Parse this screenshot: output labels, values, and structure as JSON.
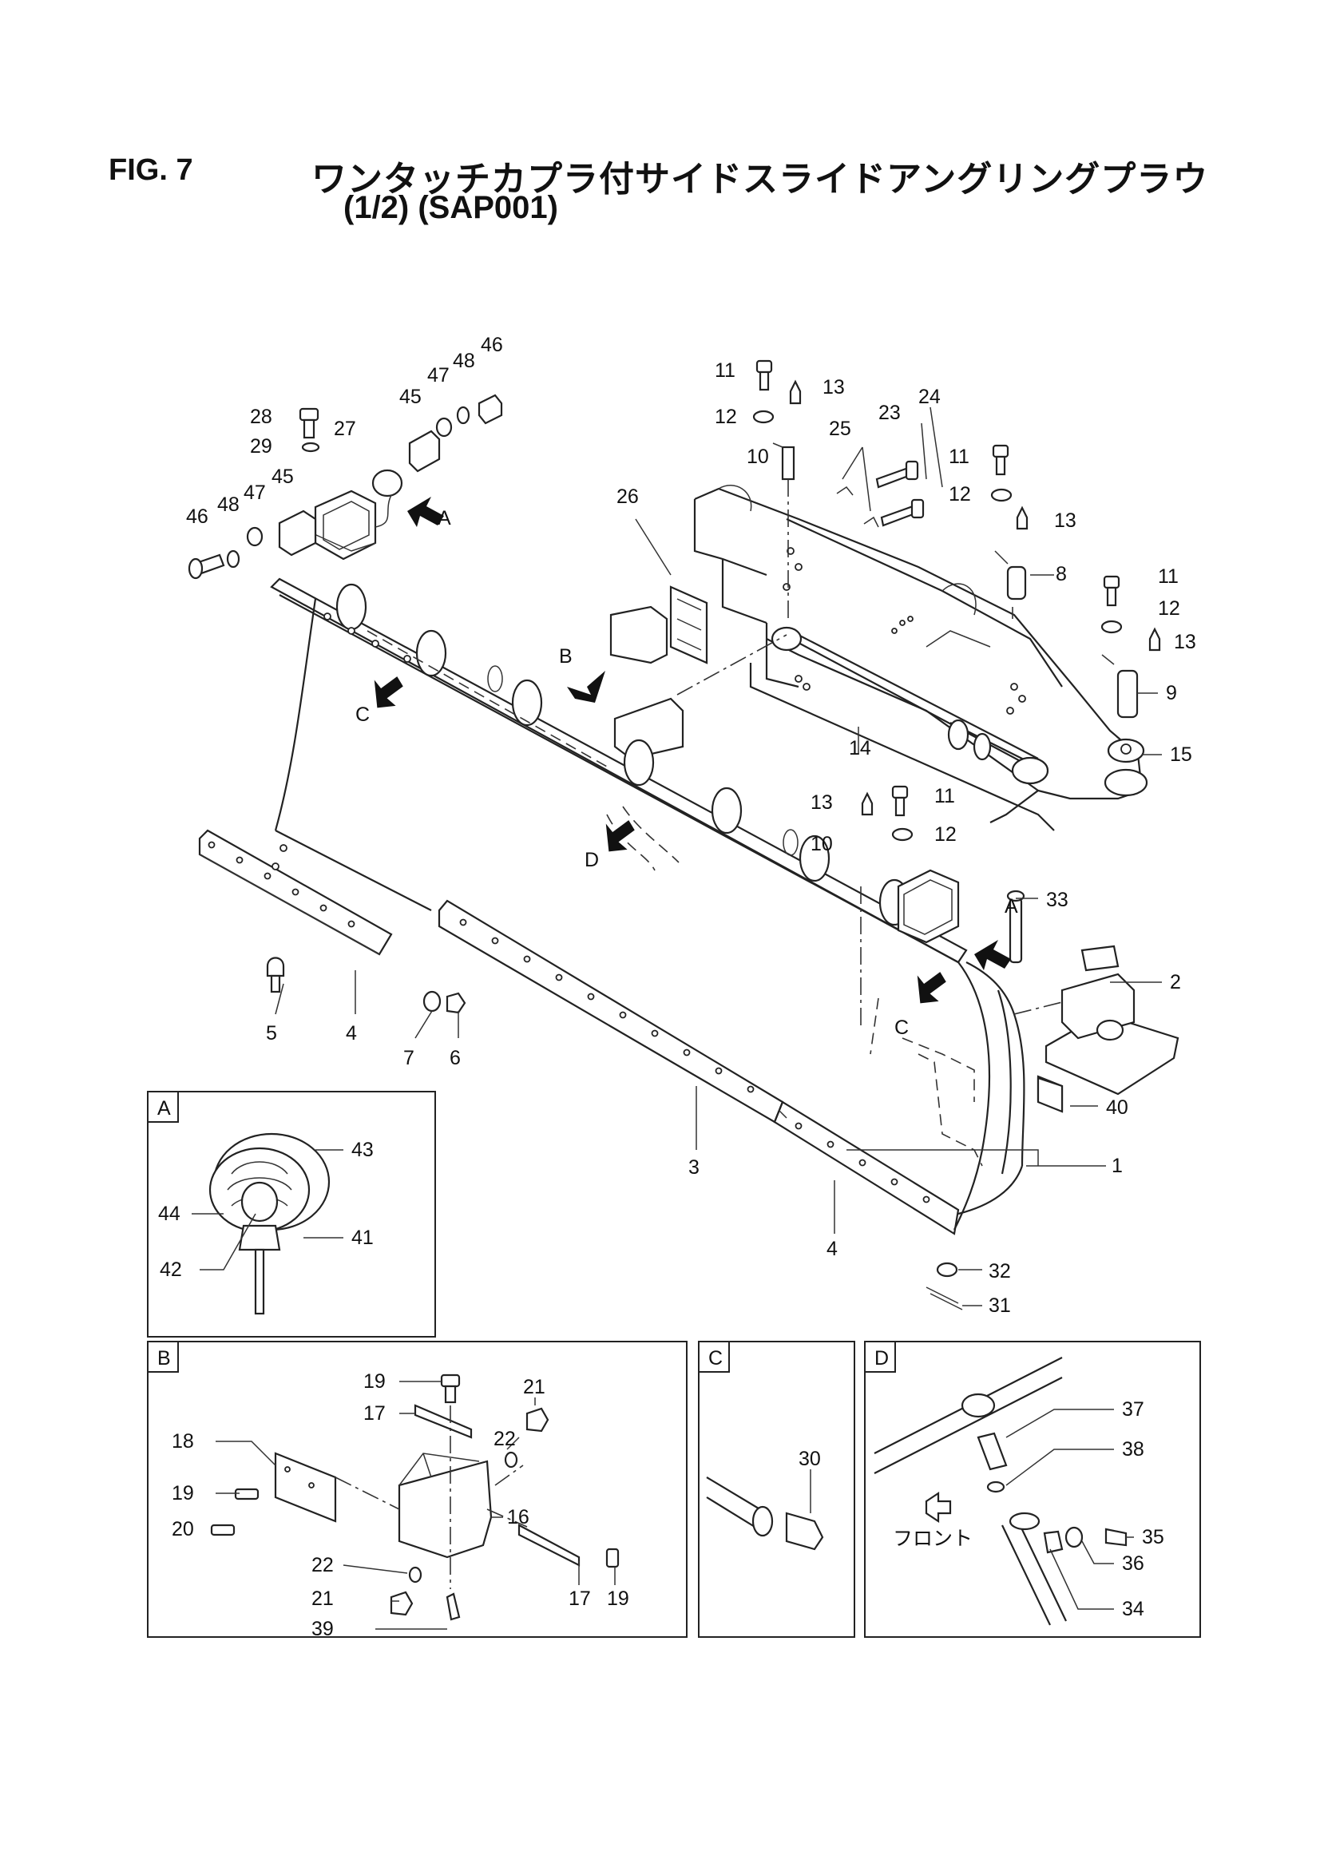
{
  "figure": {
    "number": "FIG. 7",
    "title": "ワンタッチカプラ付サイドスライドアングリングプラウ",
    "subtitle": "(1/2) (SAP001)"
  },
  "callouts": {
    "c1": "1",
    "c2": "2",
    "c3": "3",
    "c4a": "4",
    "c4b": "4",
    "c5": "5",
    "c6": "6",
    "c7": "7",
    "c8": "8",
    "c9": "9",
    "c10a": "10",
    "c10b": "10",
    "c11a": "11",
    "c11b": "11",
    "c11c": "11",
    "c11d": "11",
    "c12a": "12",
    "c12b": "12",
    "c12c": "12",
    "c12d": "12",
    "c13a": "13",
    "c13b": "13",
    "c13c": "13",
    "c13d": "13",
    "c14": "14",
    "c15": "15",
    "c16": "16",
    "c17a": "17",
    "c17b": "17",
    "c18": "18",
    "c19a": "19",
    "c19b": "19",
    "c19c": "19",
    "c20": "20",
    "c21a": "21",
    "c21b": "21",
    "c22a": "22",
    "c22b": "22",
    "c23": "23",
    "c24": "24",
    "c25": "25",
    "c26": "26",
    "c27": "27",
    "c28": "28",
    "c29": "29",
    "c30": "30",
    "c31": "31",
    "c32": "32",
    "c33": "33",
    "c34": "34",
    "c35": "35",
    "c36": "36",
    "c37": "37",
    "c38": "38",
    "c39": "39",
    "c40": "40",
    "c41": "41",
    "c42": "42",
    "c43": "43",
    "c44": "44",
    "c45a": "45",
    "c45b": "45",
    "c46a": "46",
    "c46b": "46",
    "c47a": "47",
    "c47b": "47",
    "c48a": "48",
    "c48b": "48"
  },
  "view_markers": {
    "A1": "A",
    "A2": "A",
    "B": "B",
    "C1": "C",
    "C2": "C",
    "D": "D"
  },
  "detail_panels": {
    "A": "A",
    "B": "B",
    "C": "C",
    "D": "D"
  },
  "front_label": "フロント"
}
